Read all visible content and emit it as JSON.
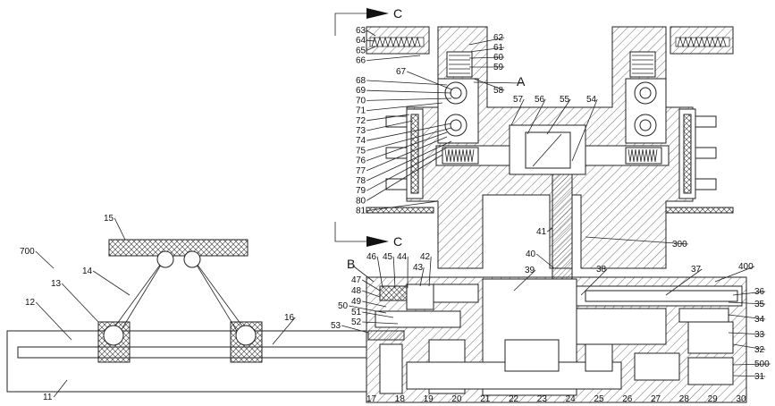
{
  "colors": {
    "ink": "#222222",
    "background": "#ffffff"
  },
  "section": {
    "marker": "C",
    "detail_label": "A",
    "detail_label_b": "B"
  },
  "ref_left": [
    "63",
    "64",
    "65",
    "66",
    "67",
    "68",
    "69",
    "70",
    "71",
    "72",
    "73",
    "74",
    "75",
    "76",
    "77",
    "78",
    "79",
    "80",
    "81"
  ],
  "ref_mid": [
    "62",
    "61",
    "60",
    "59",
    "58",
    "57",
    "56",
    "55",
    "54"
  ],
  "ref_right": [
    "400",
    "37",
    "36",
    "35",
    "34",
    "33",
    "32",
    "500",
    "31",
    "300",
    "38"
  ],
  "ref_center": [
    "41",
    "40",
    "39"
  ],
  "ref_b_group": [
    "46",
    "45",
    "44",
    "43",
    "42",
    "47",
    "48",
    "49",
    "50",
    "51",
    "52",
    "53"
  ],
  "ref_bottom": [
    "17",
    "18",
    "19",
    "20",
    "21",
    "22",
    "23",
    "24",
    "25",
    "26",
    "27",
    "28",
    "29",
    "30"
  ],
  "ref_left_machine": [
    "700",
    "15",
    "14",
    "13",
    "12",
    "16",
    "11"
  ]
}
